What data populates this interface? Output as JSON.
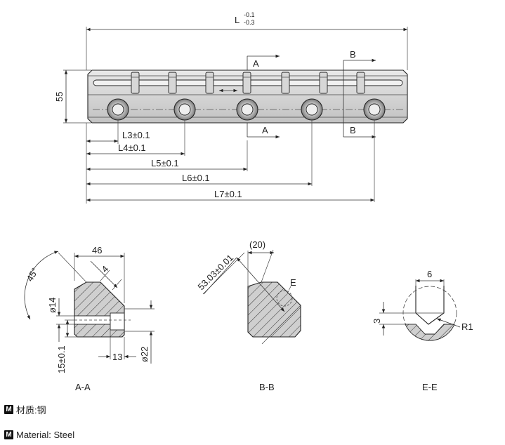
{
  "top_view": {
    "overall_length": {
      "symbol": "L",
      "tol_upper": "-0.1",
      "tol_lower": "-0.3"
    },
    "height": "55",
    "section_a": "A",
    "section_b": "B",
    "dims": {
      "l3": "L3±0.1",
      "l4": "L4±0.1",
      "l5": "L5±0.1",
      "l6": "L6±0.1",
      "l7": "L7±0.1"
    }
  },
  "section_aa": {
    "caption": "A-A",
    "width": "46",
    "angle": "45°",
    "chamfer": "4",
    "bore_small": "ø14",
    "bore_large": "ø22",
    "offset": "15±0.1",
    "step": "13"
  },
  "section_bb": {
    "caption": "B-B",
    "diag": "53.03±0.01",
    "ref": "(20)",
    "detail": "E"
  },
  "section_ee": {
    "caption": "E-E",
    "width": "6",
    "height": "3",
    "radius": "R1"
  },
  "material": {
    "icon": "M",
    "zh": "材质:钢",
    "en": "Material: Steel"
  }
}
